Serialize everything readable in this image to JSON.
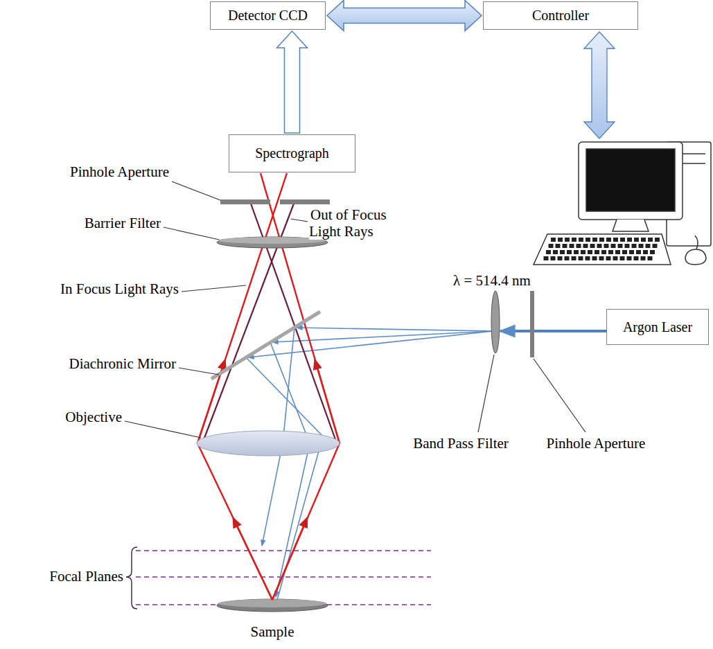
{
  "diagram": {
    "nodes": [
      {
        "text": [
          "Detector CCD"
        ]
      },
      {
        "text": [
          "Controller"
        ]
      },
      {
        "text": [
          "Spectrograph"
        ]
      },
      {
        "text": [
          "Argon Laser"
        ]
      }
    ],
    "edges": [
      {
        "from": 2,
        "to": 0,
        "arrow": "to"
      },
      {
        "from": 0,
        "to": 1,
        "arrow": "both"
      }
    ],
    "labels": [
      "Pinhole Aperture",
      "Barrier Filter",
      "Out of Focus Light Rays",
      "In Focus Light Rays",
      "Diachronic Mirror",
      "λ = 514.4 nm",
      "Objective",
      "Band Pass Filter",
      "Pinhole Aperture",
      "Focal Planes",
      "Sample"
    ]
  }
}
